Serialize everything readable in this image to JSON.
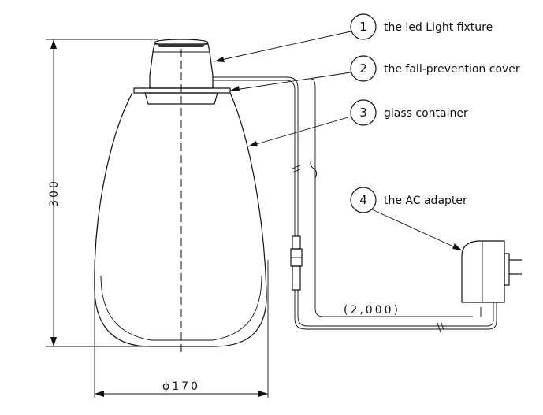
{
  "callouts": [
    {
      "number": "1",
      "label": "the led Light fixture"
    },
    {
      "number": "2",
      "label": "the fall-prevention cover"
    },
    {
      "number": "3",
      "label": "glass container"
    },
    {
      "number": "4",
      "label": "the AC adapter"
    }
  ],
  "dimensions": {
    "height": "300",
    "diameter": "ϕ170",
    "cord_length": "(2,000)"
  }
}
